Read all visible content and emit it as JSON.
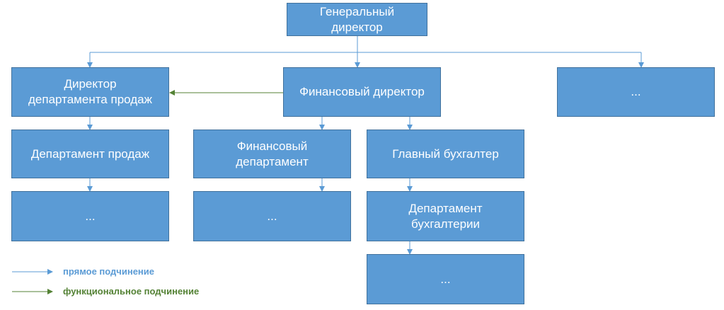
{
  "colors": {
    "box_fill": "#5b9bd5",
    "box_border": "#41719c",
    "direct_line": "#5b9bd5",
    "functional_line": "#548235"
  },
  "nodes": {
    "ceo": "Генеральный\nдиректор",
    "sales_director": "Директор\nдепартамента продаж",
    "cfo": "Финансовый директор",
    "other_top": "...",
    "sales_department": "Департамент продаж",
    "finance_department": "Финансовый\nдепартамент",
    "chief_accountant": "Главный бухгалтер",
    "sales_sub": "...",
    "finance_sub": "...",
    "accounting_department": "Департамент\nбухгалтерии",
    "accounting_sub": "..."
  },
  "legend": {
    "direct": "прямое подчинение",
    "functional": "функциональное подчинение"
  }
}
